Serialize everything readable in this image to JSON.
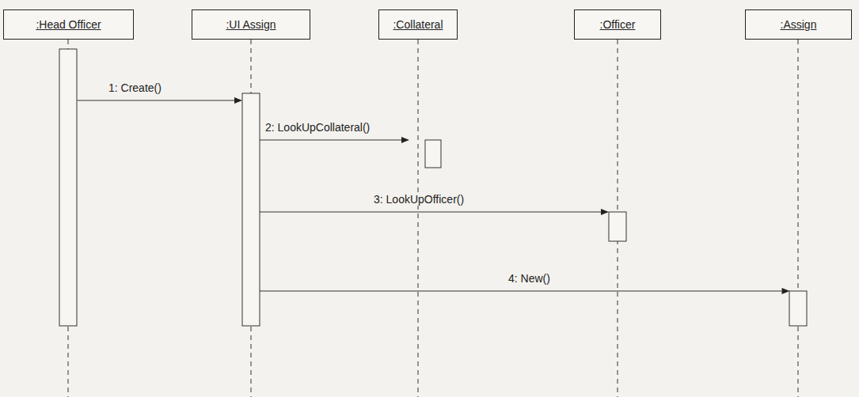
{
  "diagram": {
    "nodes": [
      {
        "text": [
          ":Head Officer"
        ]
      },
      {
        "text": [
          ":UI Assign"
        ]
      },
      {
        "text": [
          ":Collateral"
        ]
      },
      {
        "text": [
          ":Officer"
        ]
      },
      {
        "text": [
          ":Assign"
        ]
      }
    ],
    "edges": [
      {
        "from": 0,
        "to": 1,
        "label": "1: Create()",
        "arrow": "to"
      },
      {
        "from": 1,
        "to": 2,
        "label": "2: LookUpCollateral()",
        "arrow": "to"
      },
      {
        "from": 1,
        "to": 3,
        "label": "3: LookUpOfficer()",
        "arrow": "to"
      },
      {
        "from": 1,
        "to": 4,
        "label": "4: New()",
        "arrow": "to"
      }
    ]
  }
}
